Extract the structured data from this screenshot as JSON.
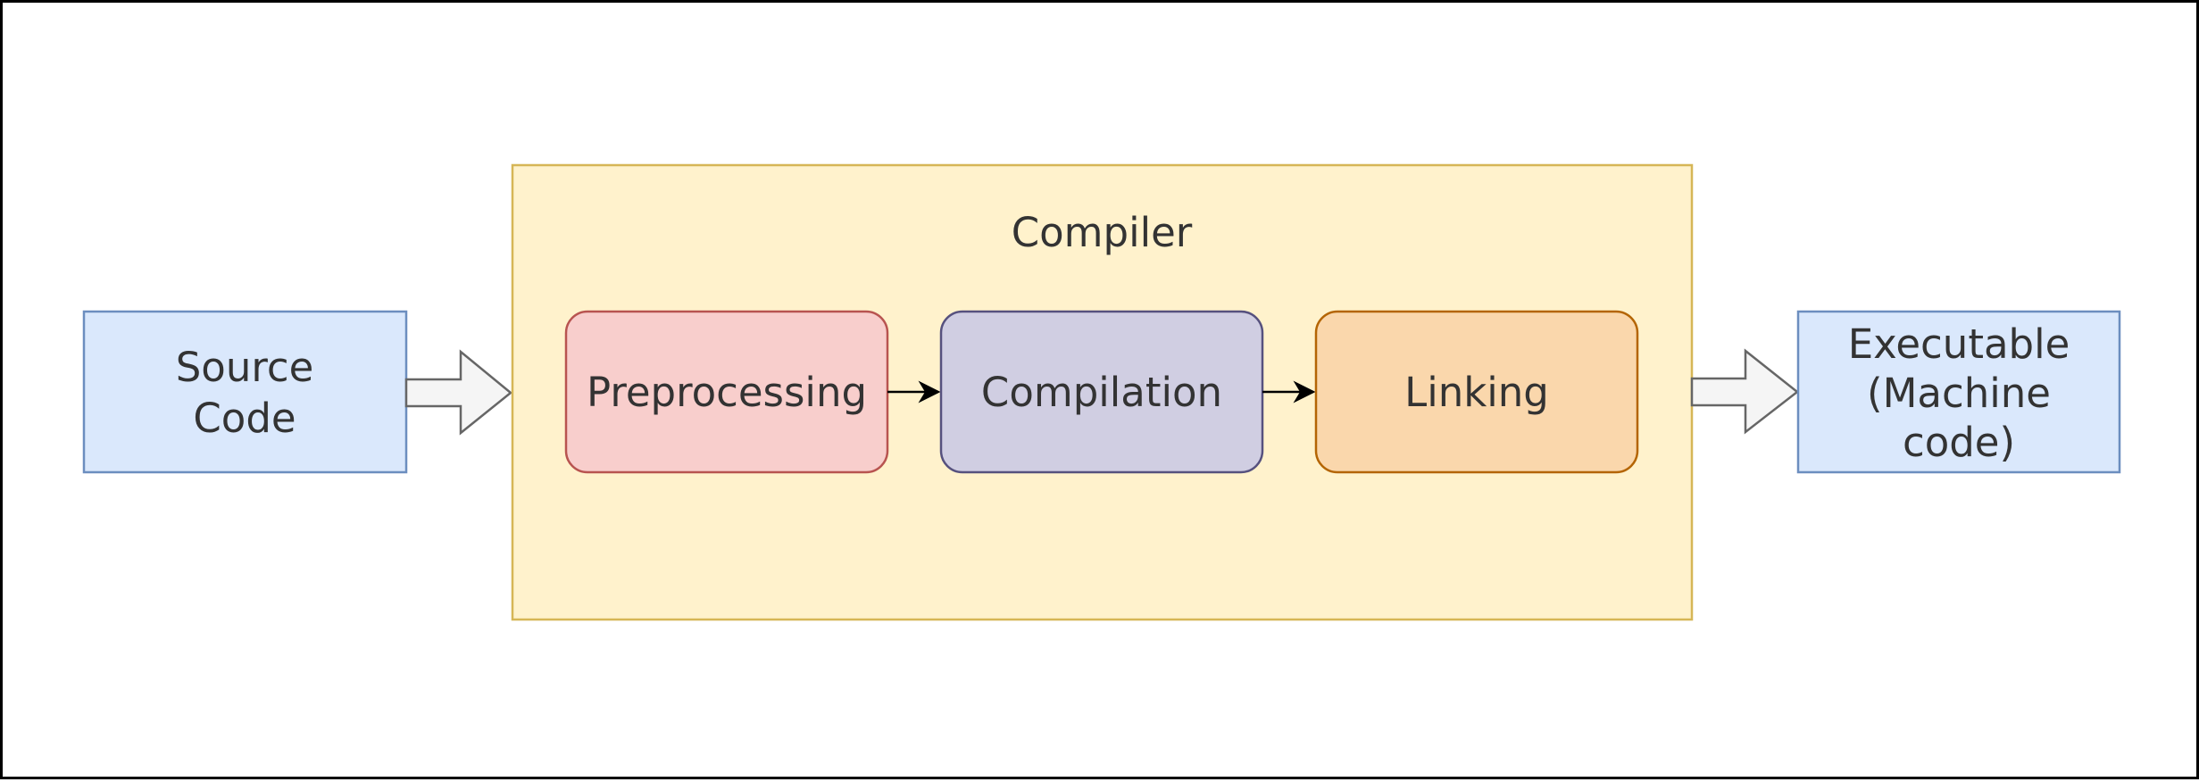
{
  "diagram": {
    "colors": {
      "io_fill": "#dae8fc",
      "io_stroke": "#6c8ebf",
      "compiler_fill": "#fff2cc",
      "compiler_stroke": "#d6b656",
      "preprocessing_fill": "#f8cecc",
      "preprocessing_stroke": "#b85450",
      "compilation_fill": "#d0cee2",
      "compilation_stroke": "#56517e",
      "linking_fill": "#fad7ac",
      "linking_stroke": "#b46504",
      "block_arrow_fill": "#f5f5f5",
      "block_arrow_stroke": "#666666",
      "text": "#333333"
    },
    "nodes": {
      "source_code": {
        "line1": "Source",
        "line2": "Code"
      },
      "compiler": {
        "title": "Compiler"
      },
      "preprocessing": {
        "label": "Preprocessing"
      },
      "compilation": {
        "label": "Compilation"
      },
      "linking": {
        "label": "Linking"
      },
      "executable": {
        "line1": "Executable",
        "line2": "(Machine",
        "line3": "code)"
      }
    },
    "edges": [
      {
        "from": "source_code",
        "to": "compiler",
        "style": "block-arrow"
      },
      {
        "from": "preprocessing",
        "to": "compilation",
        "style": "arrow"
      },
      {
        "from": "compilation",
        "to": "linking",
        "style": "arrow"
      },
      {
        "from": "compiler",
        "to": "executable",
        "style": "block-arrow"
      }
    ]
  }
}
